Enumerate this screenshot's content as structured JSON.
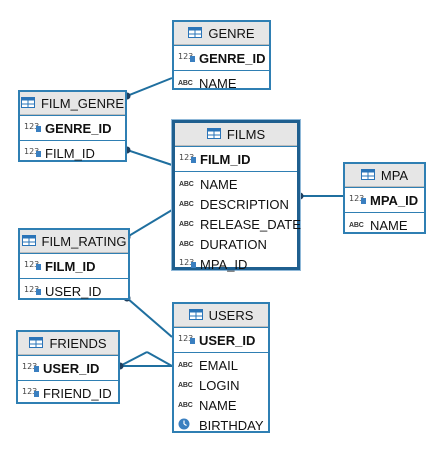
{
  "entities": {
    "genre": {
      "title": "GENRE",
      "pk": [
        {
          "name": "GENRE_ID",
          "type": "num"
        }
      ],
      "cols": [
        {
          "name": "NAME",
          "type": "text"
        }
      ]
    },
    "film_genre": {
      "title": "FILM_GENRE",
      "pk": [
        {
          "name": "GENRE_ID",
          "type": "num"
        }
      ],
      "cols": [
        {
          "name": "FILM_ID",
          "type": "num"
        }
      ]
    },
    "films": {
      "title": "FILMS",
      "pk": [
        {
          "name": "FILM_ID",
          "type": "num"
        }
      ],
      "cols": [
        {
          "name": "NAME",
          "type": "text"
        },
        {
          "name": "DESCRIPTION",
          "type": "text"
        },
        {
          "name": "RELEASE_DATE",
          "type": "text"
        },
        {
          "name": "DURATION",
          "type": "text"
        },
        {
          "name": "MPA_ID",
          "type": "num"
        }
      ]
    },
    "mpa": {
      "title": "MPA",
      "pk": [
        {
          "name": "MPA_ID",
          "type": "num"
        }
      ],
      "cols": [
        {
          "name": "NAME",
          "type": "text"
        }
      ]
    },
    "film_rating": {
      "title": "FILM_RATING",
      "pk": [
        {
          "name": "FILM_ID",
          "type": "num"
        }
      ],
      "cols": [
        {
          "name": "USER_ID",
          "type": "num"
        }
      ]
    },
    "users": {
      "title": "USERS",
      "pk": [
        {
          "name": "USER_ID",
          "type": "num"
        }
      ],
      "cols": [
        {
          "name": "EMAIL",
          "type": "text"
        },
        {
          "name": "LOGIN",
          "type": "text"
        },
        {
          "name": "NAME",
          "type": "text"
        },
        {
          "name": "BIRTHDAY",
          "type": "date"
        }
      ]
    },
    "friends": {
      "title": "FRIENDS",
      "pk": [
        {
          "name": "USER_ID",
          "type": "num"
        }
      ],
      "cols": [
        {
          "name": "FRIEND_ID",
          "type": "num"
        }
      ]
    }
  },
  "icons": {
    "num": "numeric-type-icon",
    "text": "text-type-icon",
    "date": "date-type-icon",
    "table": "table-icon"
  },
  "colors": {
    "border": "#2f7fb3",
    "header": "#e6e6e6",
    "link": "#1f6f9f"
  }
}
